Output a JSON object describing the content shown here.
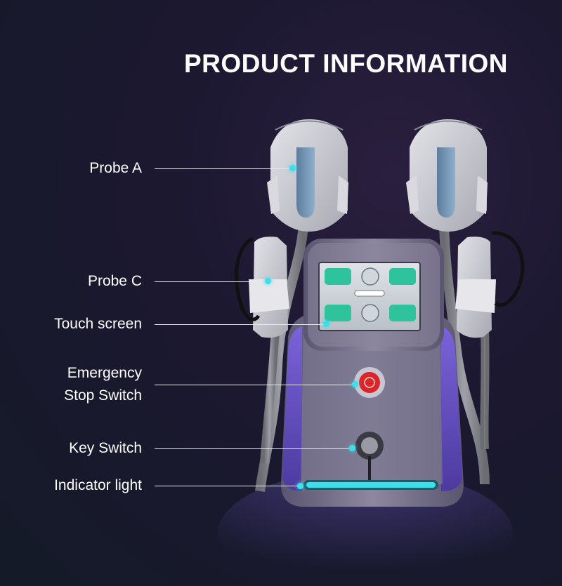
{
  "title": "PRODUCT INFORMATION",
  "callouts": [
    {
      "id": "probe-a",
      "label": "Probe A"
    },
    {
      "id": "probe-c",
      "label": "Probe C"
    },
    {
      "id": "touch-screen",
      "label": "Touch screen"
    },
    {
      "id": "emergency-stop",
      "label_line1": "Emergency",
      "label_line2": "Stop Switch"
    },
    {
      "id": "key-switch",
      "label": "Key Switch"
    },
    {
      "id": "indicator-light",
      "label": "Indicator light"
    }
  ],
  "colors": {
    "accent": "#3de0ea",
    "machine_body": "#6f6a86",
    "machine_purple": "#6b56c9",
    "probe_shell": "#c9c9cf",
    "probe_pad": "#6f8fae",
    "stop_button": "#d8262a"
  }
}
